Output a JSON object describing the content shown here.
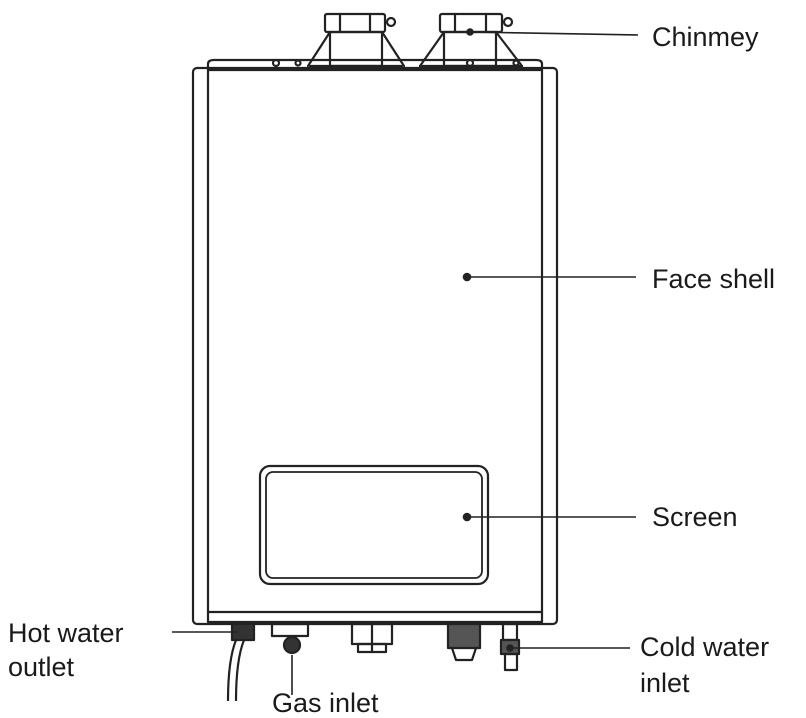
{
  "labels": {
    "chimney": "Chinmey",
    "face_shell": "Face shell",
    "screen": "Screen",
    "hot_water_outlet_line1": "Hot water",
    "hot_water_outlet_line2": "outlet",
    "cold_water_inlet_line1": "Cold water",
    "cold_water_inlet_line2": "inlet",
    "gas_inlet_partial": "Gas inlet"
  }
}
